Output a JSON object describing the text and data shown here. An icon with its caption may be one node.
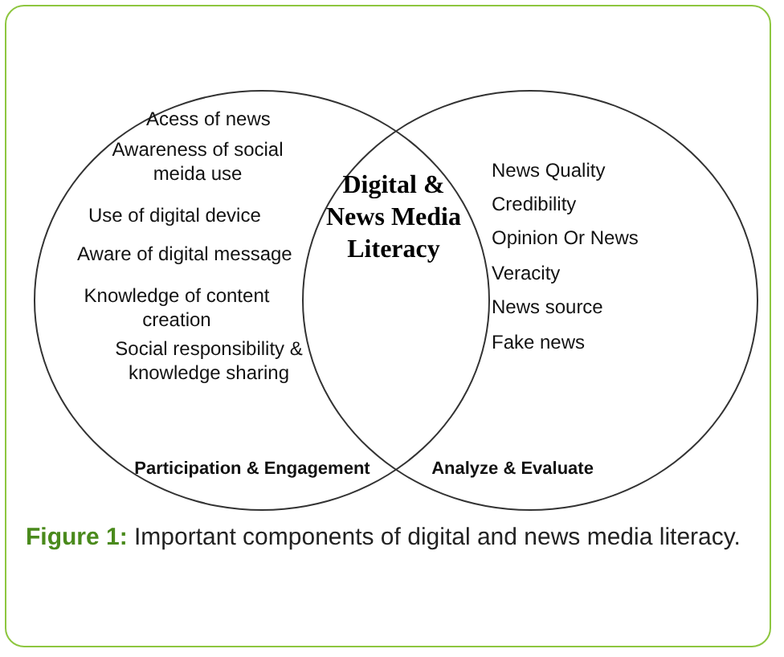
{
  "diagram": {
    "caption": "**Figure 1:** Important components of digital and news media literacy.",
    "nodes": [
      {
        "text": [
          "Acess of news",
          "Awareness of social meida use",
          "Use of digital device",
          "Aware of digital message",
          "Knowledge of content creation",
          "Social responsibility & knowledge sharing",
          "Participation & Engagement"
        ]
      },
      {
        "text": [
          "News Quality",
          "Credibility",
          "Opinion Or News",
          "Veracity",
          "News source",
          "Fake news",
          "Analyze & Evaluate"
        ]
      },
      {
        "text": [
          "Digital & News Media Literacy"
        ]
      }
    ],
    "edges": []
  }
}
